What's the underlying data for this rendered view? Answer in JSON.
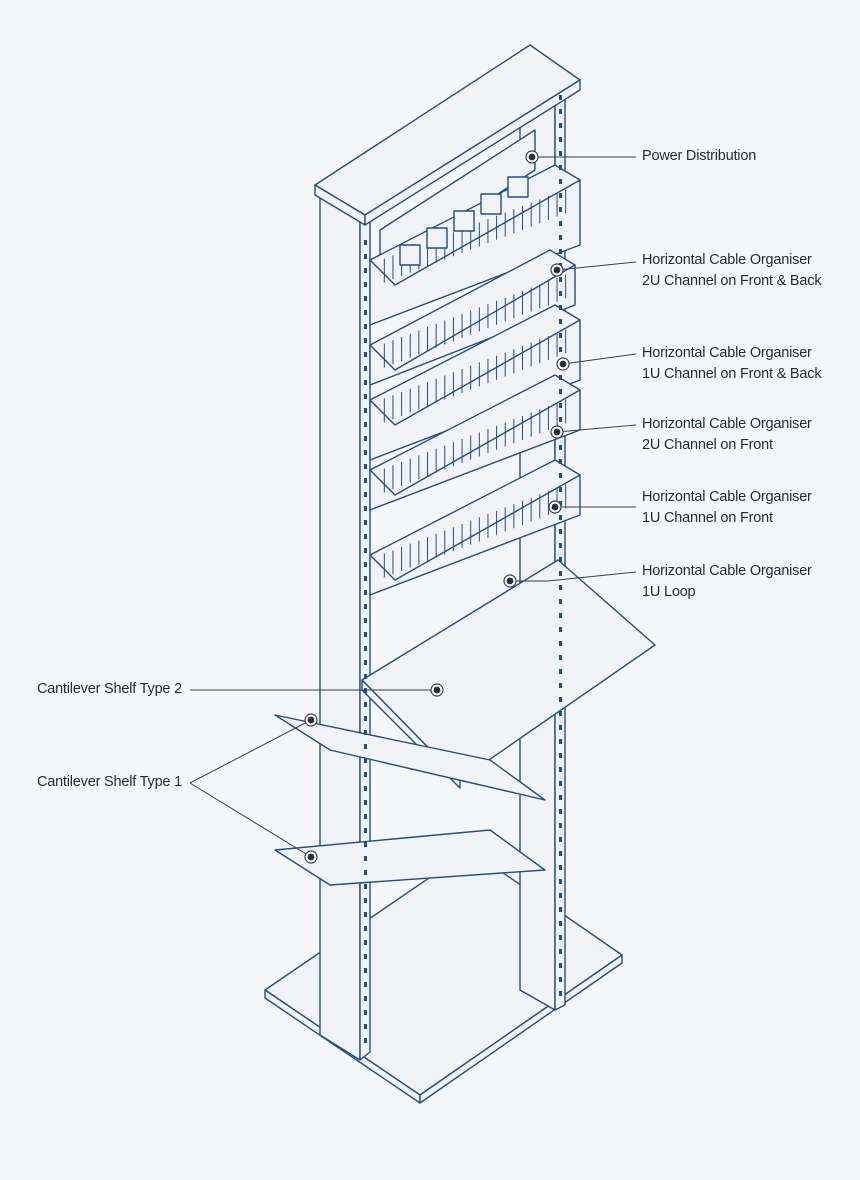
{
  "colors": {
    "stroke": "#1f4e8c",
    "fill": "#f1f3f7",
    "background": "#f6f7f9",
    "leader": "#3a3f4a",
    "text": "#1f2a3c"
  },
  "labels": {
    "power": [
      "Power Distribution"
    ],
    "hco_2u_fb": [
      "Horizontal Cable Organiser",
      "2U Channel on Front & Back"
    ],
    "hco_1u_fb": [
      "Horizontal Cable Organiser",
      "1U Channel on Front & Back"
    ],
    "hco_2u_f": [
      "Horizontal Cable Organiser",
      "2U Channel on Front"
    ],
    "hco_1u_f": [
      "Horizontal Cable Organiser",
      "1U Channel on Front"
    ],
    "hco_1u_loop": [
      "Horizontal Cable Organiser",
      "1U Loop"
    ],
    "shelf_type2": [
      "Cantilever Shelf Type 2"
    ],
    "shelf_type1": [
      "Cantilever Shelf Type 1"
    ]
  }
}
